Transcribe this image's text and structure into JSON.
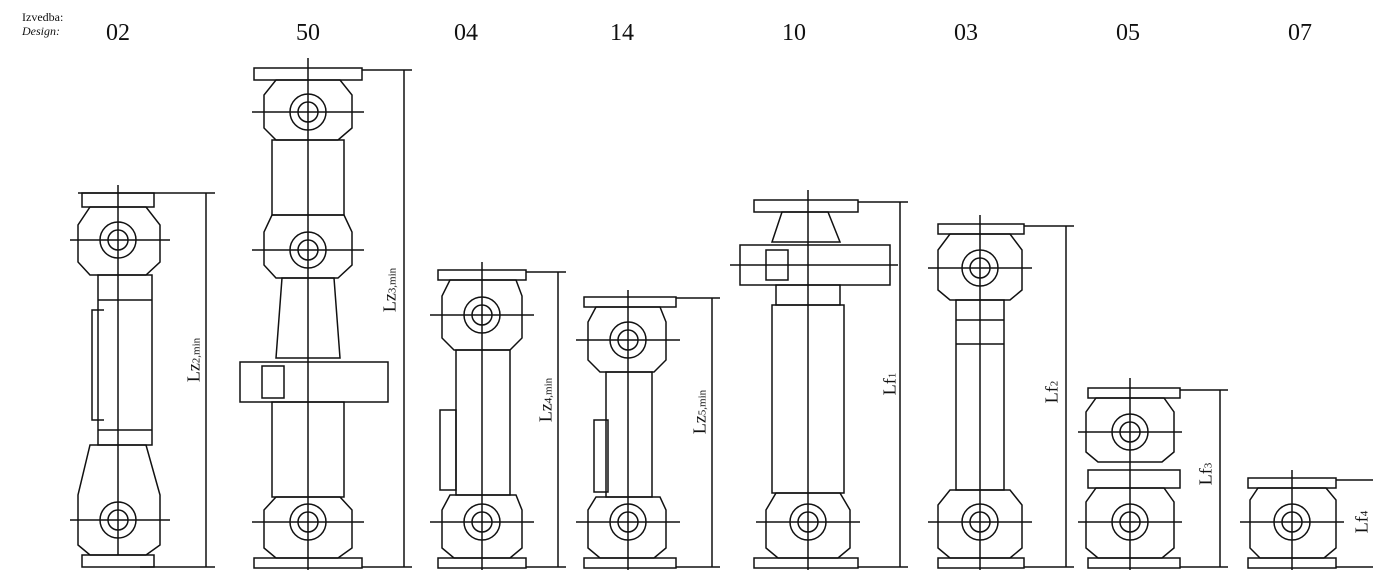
{
  "header": {
    "label_line1": "Izvedba:",
    "label_line2": "Design:"
  },
  "designs": [
    {
      "number": "02",
      "dim_main": "Lz",
      "dim_sub": "2,min"
    },
    {
      "number": "50",
      "dim_main": "Lz",
      "dim_sub": "3,min"
    },
    {
      "number": "04",
      "dim_main": "Lz",
      "dim_sub": "4,min"
    },
    {
      "number": "14",
      "dim_main": "Lz",
      "dim_sub": "5,min"
    },
    {
      "number": "10",
      "dim_main": "Lf",
      "dim_sub": "1"
    },
    {
      "number": "03",
      "dim_main": "Lf",
      "dim_sub": "2"
    },
    {
      "number": "05",
      "dim_main": "Lf",
      "dim_sub": "3"
    },
    {
      "number": "07",
      "dim_main": "Lf",
      "dim_sub": "4"
    }
  ]
}
